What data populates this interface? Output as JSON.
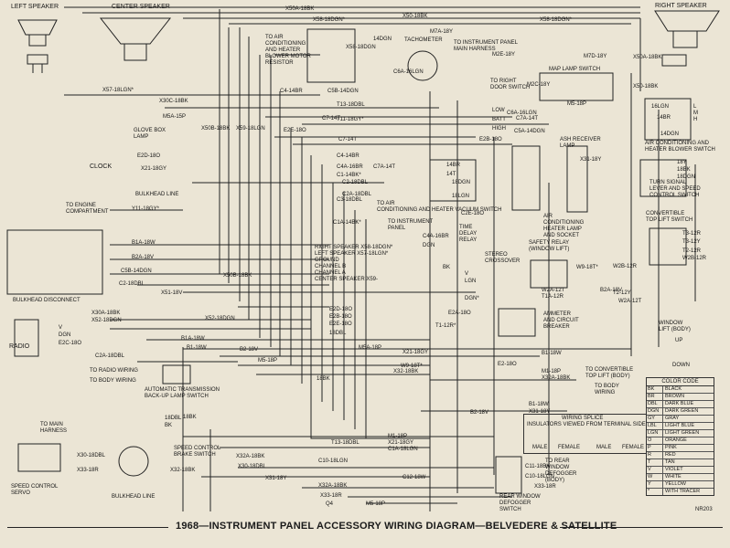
{
  "title": "1968—INSTRUMENT PANEL ACCESSORY WIRING DIAGRAM—BELVEDERE & SATELLITE",
  "part_number": "NR203",
  "color_code": {
    "heading": "COLOR CODE",
    "rows": [
      {
        "code": "BK",
        "name": "BLACK"
      },
      {
        "code": "BR",
        "name": "BROWN"
      },
      {
        "code": "DBL",
        "name": "DARK BLUE"
      },
      {
        "code": "DGN",
        "name": "DARK GREEN"
      },
      {
        "code": "GY",
        "name": "GRAY"
      },
      {
        "code": "LBL",
        "name": "LIGHT BLUE"
      },
      {
        "code": "LGN",
        "name": "LIGHT GREEN"
      },
      {
        "code": "O",
        "name": "ORANGE"
      },
      {
        "code": "P",
        "name": "PINK"
      },
      {
        "code": "R",
        "name": "RED"
      },
      {
        "code": "T",
        "name": "TAN"
      },
      {
        "code": "V",
        "name": "VIOLET"
      },
      {
        "code": "W",
        "name": "WHITE"
      },
      {
        "code": "Y",
        "name": "YELLOW"
      },
      {
        "code": "*",
        "name": "WITH TRACER"
      }
    ]
  },
  "wiring_splice": {
    "heading": "WIRING SPLICE",
    "note": "INSULATORS VIEWED FROM TERMINAL SIDE",
    "male1": "MALE",
    "female1": "FEMALE",
    "male2": "MALE",
    "female2": "FEMALE"
  },
  "components": {
    "left_speaker": "LEFT SPEAKER",
    "center_speaker": "CENTER SPEAKER",
    "right_speaker": "RIGHT SPEAKER",
    "blower_resistor": [
      "TO AIR",
      "CONDITIONING",
      "AND HEATER",
      "BLOWER MOTOR",
      "RESISTOR"
    ],
    "tachometer": "TACHOMETER",
    "instrument_harness": [
      "TO INSTRUMENT PANEL",
      "MAIN HARNESS"
    ],
    "map_lamp_switch": "MAP LAMP SWITCH",
    "right_door_switch": [
      "TO RIGHT",
      "DOOR SWITCH"
    ],
    "glove_box_lamp": [
      "GLOVE BOX",
      "LAMP"
    ],
    "clock": "CLOCK",
    "bulkhead_line": "BULKHEAD LINE",
    "engine_compartment": [
      "TO ENGINE",
      "COMPARTMENT"
    ],
    "bulkhead_disconnect": "BULKHEAD DISCONNECT",
    "ash_receiver_lamp": [
      "ASH RECEIVER",
      "LAMP"
    ],
    "ac_heater_blower_switch": [
      "AIR CONDITIONING AND",
      "HEATER BLOWER SWITCH"
    ],
    "turn_signal_lever": [
      "TURN SIGNAL",
      "LEVER AND SPEED",
      "CONTROL SWITCH"
    ],
    "convertible_top_lift_switch": [
      "CONVERTIBLE",
      "TOP LIFT SWITCH"
    ],
    "ac_heater_vacuum_switch": [
      "TO AIR",
      "CONDITIONING AND HEATER VACUUM SWITCH"
    ],
    "to_instrument_panel": [
      "TO INSTRUMENT",
      "PANEL"
    ],
    "time_delay_relay": [
      "TIME",
      "DELAY",
      "RELAY"
    ],
    "ac_heater_lamp_socket": [
      "AIR",
      "CONDITIONING",
      "HEATER LAMP",
      "AND SOCKET"
    ],
    "safety_relay": [
      "SAFETY RELAY",
      "(WINDOW LIFT)"
    ],
    "stereo_crossover": [
      "STEREO",
      "CROSSOVER"
    ],
    "ammeter_breaker": [
      "AMMETER",
      "AND CIRCUIT",
      "BREAKER"
    ],
    "window_lift": [
      "WINDOW",
      "LIFT (BODY)"
    ],
    "to_convertible_top": [
      "TO CONVERTIBLE",
      "TOP LIFT (BODY)"
    ],
    "radio": "RADIO",
    "to_radio_wiring": "TO RADIO WIRING",
    "to_body_wiring": "TO BODY WIRING",
    "automatic_transmission": [
      "AUTOMATIC TRANSMISSION",
      "BACK-UP LAMP SWITCH"
    ],
    "to_main_harness": [
      "TO MAIN",
      "HARNESS"
    ],
    "speed_control_brake": [
      "SPEED CONTROL",
      "BRAKE SWITCH"
    ],
    "speed_control_servo": [
      "SPEED CONTROL",
      "SERVO"
    ],
    "bulkhead_line_bottom": "BULKHEAD LINE",
    "to_body_wiring_right": [
      "TO BODY",
      "WIRING"
    ],
    "rear_window_defogger_switch": [
      "REAR WINDOW",
      "DEFOGGER",
      "SWITCH"
    ],
    "to_rear_window_defogger": [
      "TO REAR",
      "WINDOW",
      "DEFOGGER",
      "(BODY)"
    ],
    "speaker_channels": [
      "RIGHT SPEAKER X58-18DGN*",
      "LEFT SPEAKER X57-18LGN*",
      "GROUND",
      "CHANNEL B",
      "CHANNEL A",
      "CENTER SPEAKER X59-"
    ],
    "switch_positions": [
      "LOW",
      "BATT",
      "HIGH"
    ],
    "up": "UP",
    "down": "DOWN",
    "lmh": [
      "L",
      "M",
      "H"
    ]
  },
  "wire_labels": [
    "X50A-18BK",
    "X58-18DGN*",
    "X50-18BK",
    "X58-18DGN*",
    "X58-18DGN",
    "14DGN",
    "M7A-18Y",
    "M2E-18Y",
    "M7D-18Y",
    "X50A-18BK",
    "X50-18BK",
    "C6A-16LGN",
    "X57-18LGN*",
    "X30C-18BK",
    "M5A-15P",
    "C4-14BR",
    "C5B-14DGN",
    "T13-18DBL",
    "T11-18GY*",
    "C7-14T",
    "X50B-18BK",
    "X59-18LGN",
    "E2E-18O",
    "M2C-18Y",
    "M5-18P",
    "C6A-16LGN",
    "C7A-14T",
    "C5A-14DGN",
    "E2B-18O",
    "16LGN",
    "14BR",
    "14DGN",
    "C7-14T",
    "E2D-18O",
    "X21-18GY",
    "C4-14BR",
    "C4A-16BR",
    "C1-14BK*",
    "C2-18DBL",
    "C2A-18DBL",
    "C3-18DBL",
    "C1A-14BK*",
    "C7A-14T",
    "14BR",
    "14T",
    "18DGN",
    "18LGN",
    "C2E-18O",
    "X31-18Y",
    "18Y",
    "18BK",
    "18DGN",
    "Y11-18GY*",
    "B1A-18W",
    "B2A-18V",
    "C5B-14DGN",
    "C2-18DBL",
    "X51-18V",
    "X50B-18BK",
    "X30A-18BK",
    "X52-18DGN",
    "X52-18DGN",
    "C2A-18DBL",
    "C4A-16BR",
    "DGN",
    "BK",
    "V",
    "LGN",
    "DGN*",
    "E2A-18O",
    "T1-12R*",
    "W2B-12R",
    "W9-18T*",
    "W2A-12T",
    "T1A-12R",
    "W2A-12T",
    "T2-12Y",
    "T3-12R",
    "T3-12Y",
    "T2-12R",
    "W2B-12R",
    "B2A-18V",
    "B1A-18W",
    "B1-18W",
    "B2-18V",
    "M5-18P",
    "M5A-18P",
    "X21-18GY",
    "W9-18T*",
    "X32-18BK",
    "B1-18W",
    "M1-18P",
    "X32A-18BK",
    "E2-18O",
    "B2-18V",
    "B1-18W",
    "X31-18Y",
    "X30-18DBL",
    "X33-18R",
    "X32A-18BK",
    "X30-18DBL",
    "X32-18BK",
    "X31-18Y",
    "X32A-18BK",
    "X33-18R",
    "M5-18P",
    "M1-18P",
    "X21-18GY",
    "C1A-18LGN",
    "T13-18DBL",
    "C10-18LGN",
    "C12-18W",
    "C11-18BK",
    "C10-18LGN",
    "X33-18R",
    "Q4",
    "18BK",
    "18DBL",
    "BK",
    "V",
    "DGN",
    "E2C-18O",
    "E2D-18O",
    "E2B-18O",
    "E2E-18O",
    "18DBL",
    "18BK"
  ]
}
